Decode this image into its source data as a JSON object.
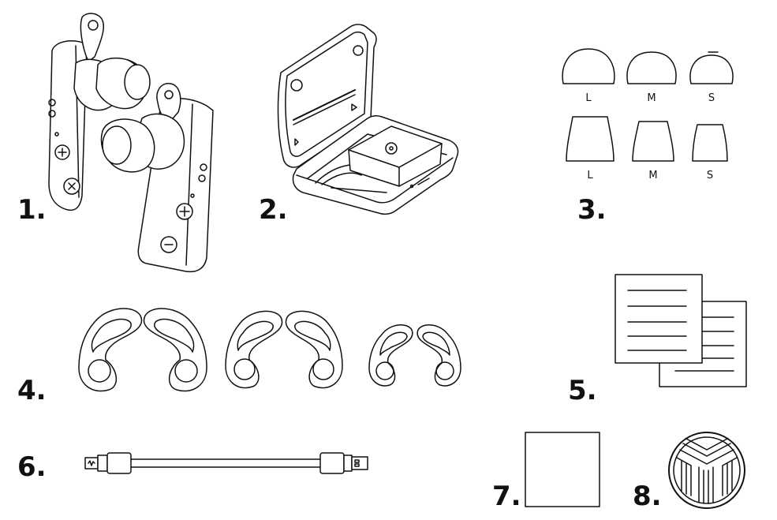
{
  "items": [
    {
      "label": "1.",
      "icon": "earbuds-icon"
    },
    {
      "label": "2.",
      "icon": "charging-case-icon"
    },
    {
      "label": "3.",
      "icon": "ear-tips-icon"
    },
    {
      "label": "4.",
      "icon": "ear-wings-icon"
    },
    {
      "label": "5.",
      "icon": "documents-icon"
    },
    {
      "label": "6.",
      "icon": "usb-cable-icon"
    },
    {
      "label": "7.",
      "icon": "cloth-icon"
    },
    {
      "label": "8.",
      "icon": "logo-icon"
    }
  ],
  "ear_tips": {
    "round": [
      "L",
      "M",
      "S"
    ],
    "foam": [
      "L",
      "M",
      "S"
    ]
  }
}
